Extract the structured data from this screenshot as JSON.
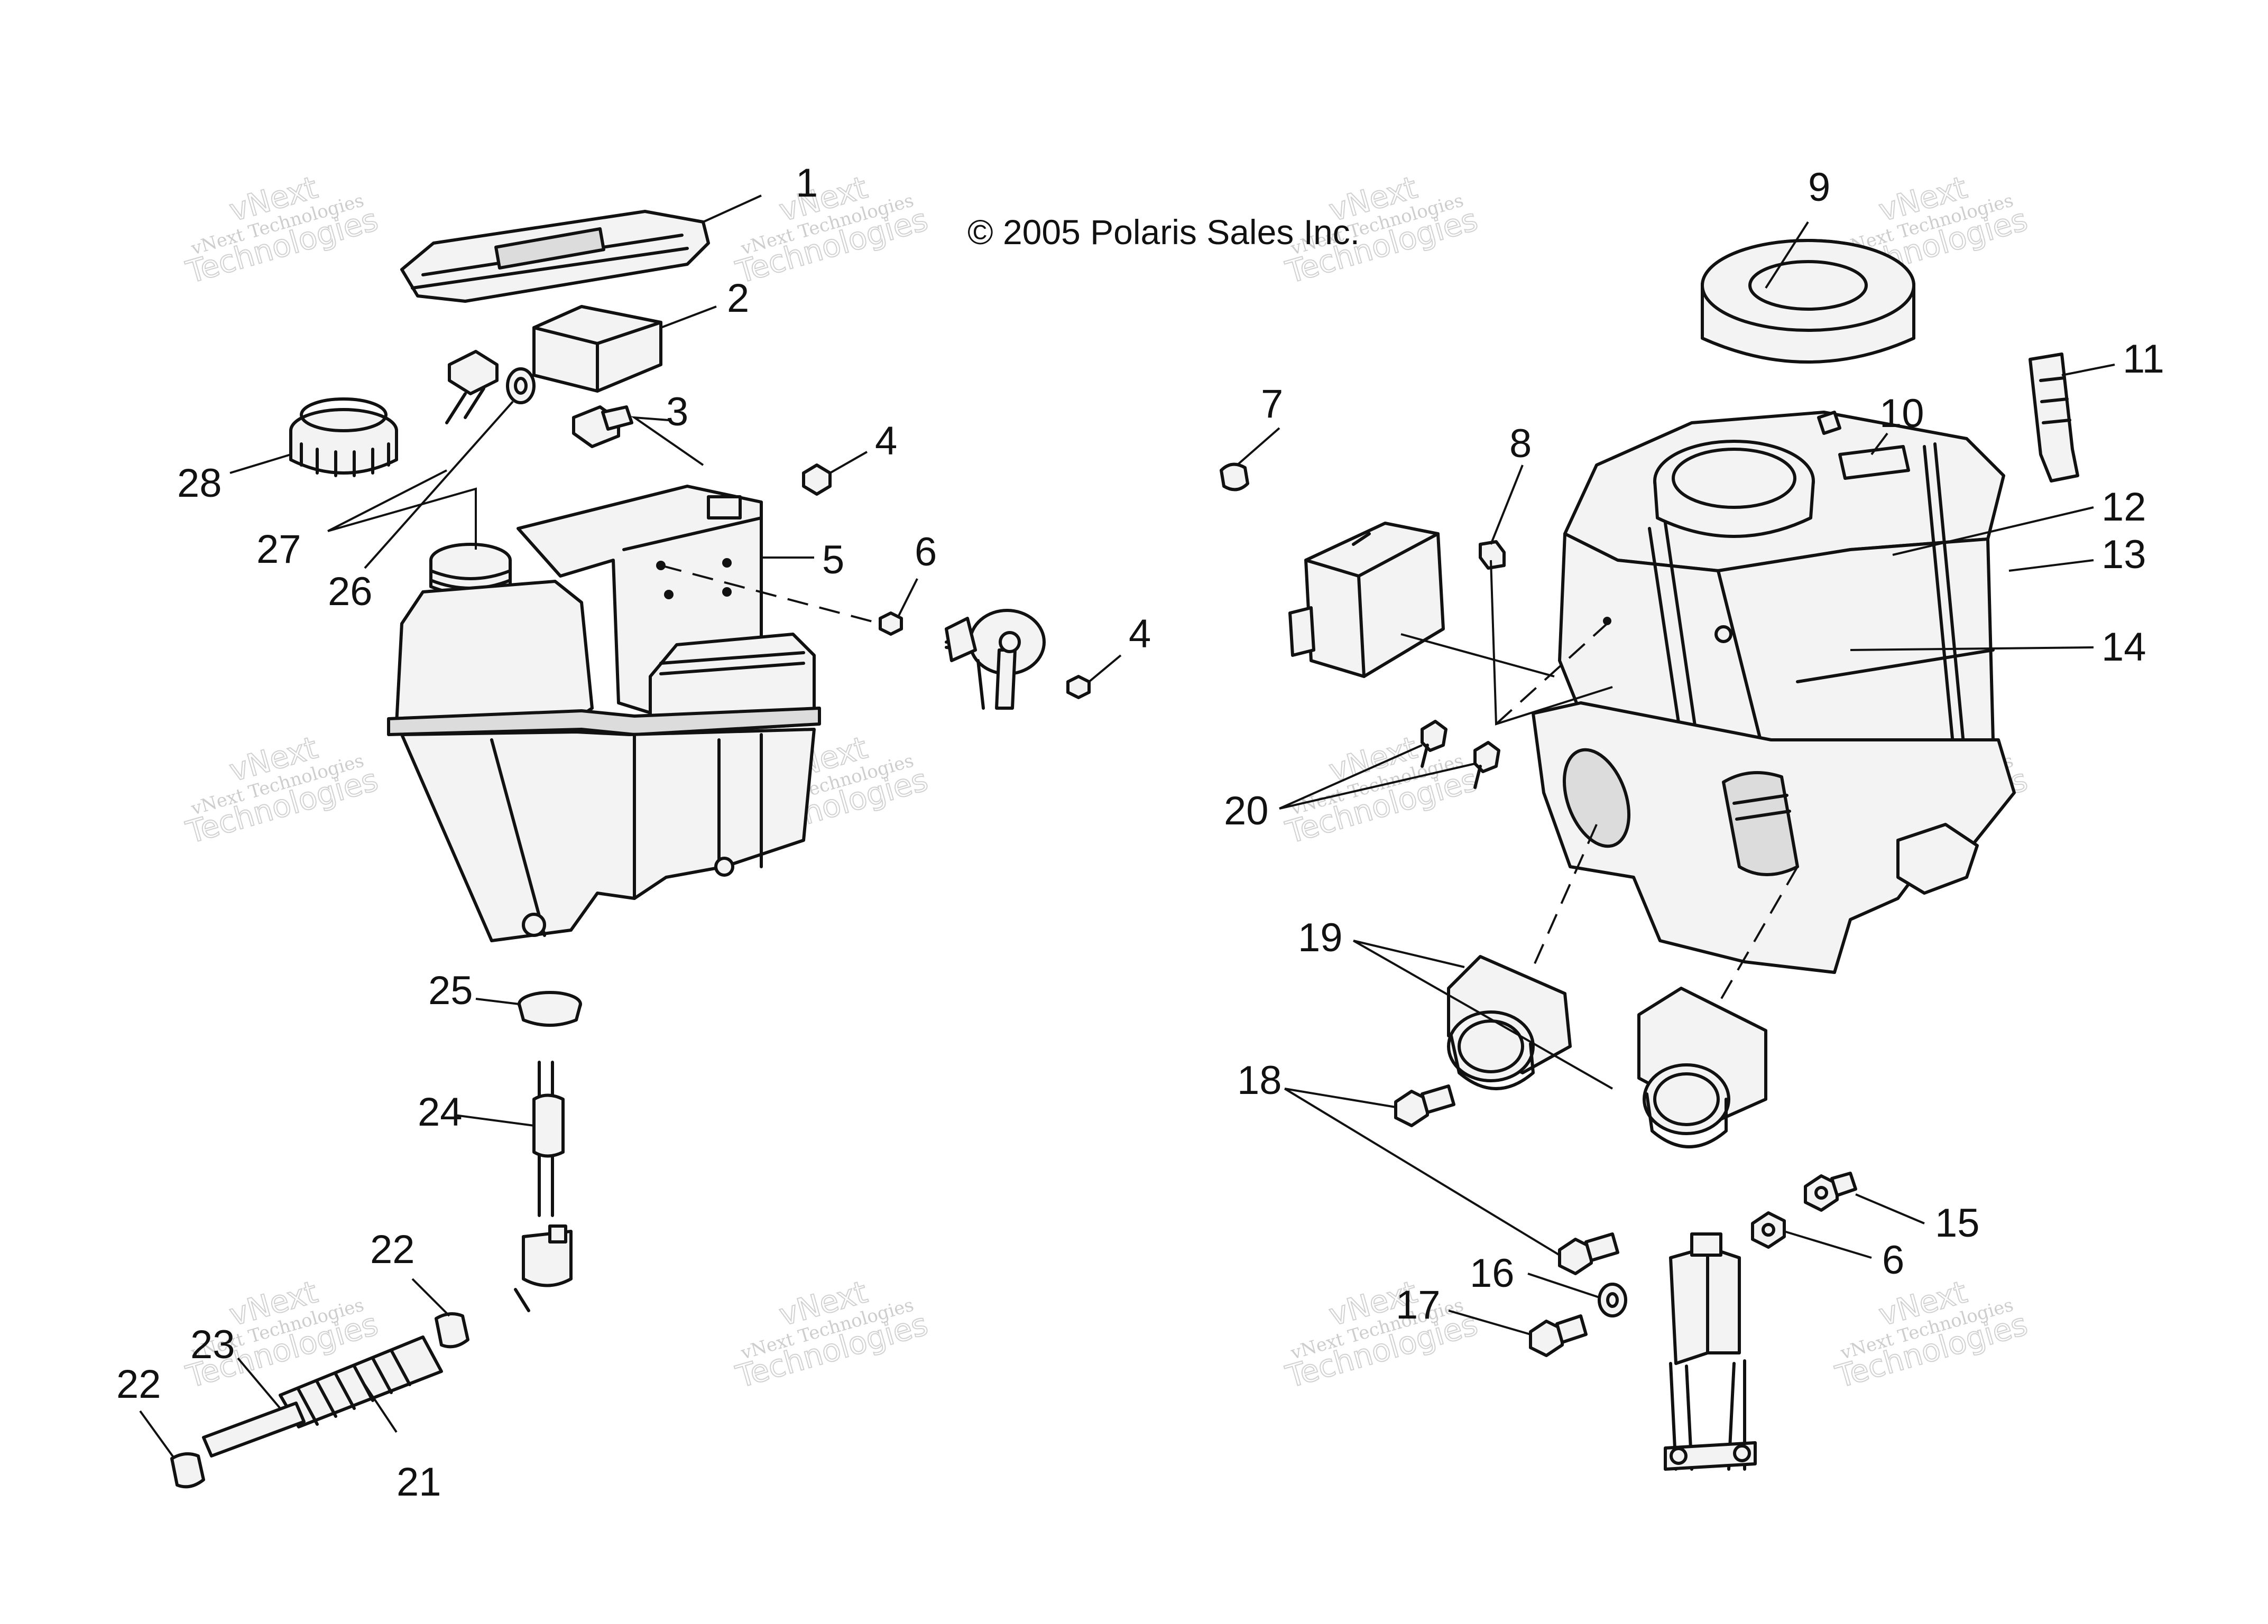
{
  "copyright": "© 2005 Polaris Sales Inc.",
  "watermark": {
    "line1": "vNext",
    "line2": "vNext Technologies",
    "line3": "Technologies"
  },
  "callouts": [
    "1",
    "2",
    "3",
    "4",
    "4",
    "5",
    "6",
    "6",
    "7",
    "8",
    "9",
    "10",
    "11",
    "12",
    "13",
    "14",
    "15",
    "16",
    "17",
    "18",
    "19",
    "20",
    "21",
    "22",
    "22",
    "23",
    "24",
    "25",
    "26",
    "27",
    "28"
  ]
}
